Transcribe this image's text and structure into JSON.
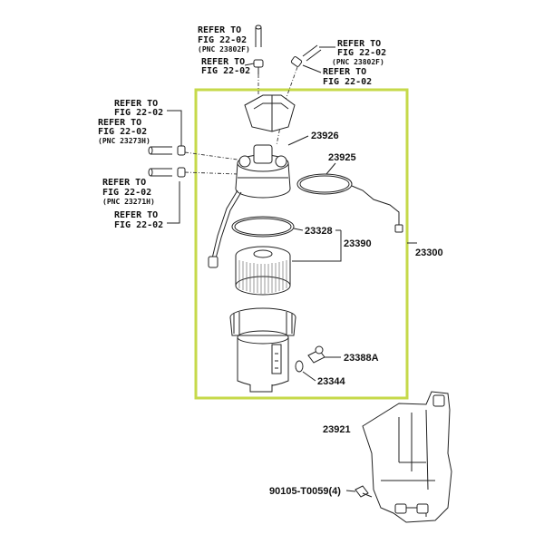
{
  "refs": {
    "r1": {
      "line1": "REFER TO",
      "line2": "FIG 22-02",
      "line3": "(PNC 23802F)"
    },
    "r2": {
      "line1": "REFER TO",
      "line2": "FIG 22-02"
    },
    "r3": {
      "line1": "REFER TO",
      "line2": "FIG 22-02",
      "line3": "(PNC 23802F)"
    },
    "r4": {
      "line1": "REFER TO",
      "line2": "FIG 22-02"
    },
    "r5": {
      "line1": "REFER TO",
      "line2": "FIG 22-02"
    },
    "r6": {
      "line1": "REFER TO",
      "line2": "FIG 22-02",
      "line3": "(PNC 23273H)"
    },
    "r7": {
      "line1": "REFER TO",
      "line2": "FIG 22-02",
      "line3": "(PNC 23271H)"
    },
    "r8": {
      "line1": "REFER TO",
      "line2": "FIG 22-02"
    }
  },
  "parts": {
    "p23926": "23926",
    "p23925": "23925",
    "p23328": "23328",
    "p23390": "23390",
    "p23300": "23300",
    "p23388a": "23388A",
    "p23344": "23344",
    "p23921": "23921",
    "p90105": "90105-T0059(4)"
  },
  "colors": {
    "highlight_frame": "#c6d94a",
    "line": "#222222"
  }
}
